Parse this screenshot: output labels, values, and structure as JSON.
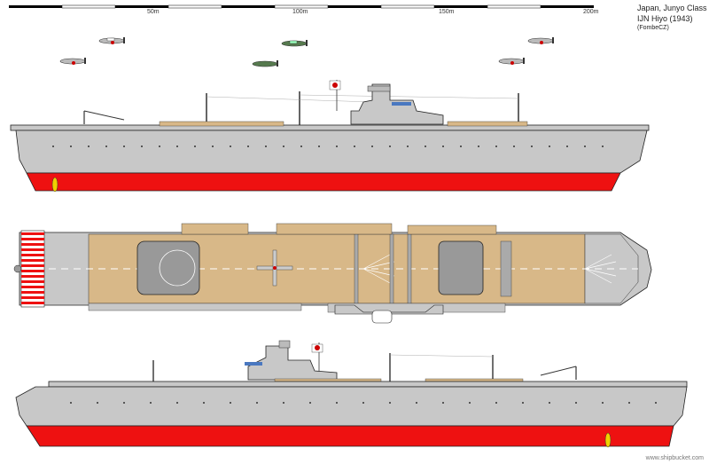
{
  "scale": {
    "labels": [
      "50m",
      "100m",
      "150m",
      "200m"
    ]
  },
  "caption": {
    "line1": "Japan, Junyo Class",
    "line2": "IJN Hiyo (1943)",
    "line3": "(FombeCZ)"
  },
  "watermark": "www.shipbucket.com",
  "colors": {
    "hull": "#c8c8c8",
    "below_waterline": "#ee1111",
    "flight_deck": "#d8b888",
    "outline": "#222222",
    "flag_red": "#cc0000"
  },
  "views": [
    "side-view-top",
    "plan-view",
    "side-view-bottom"
  ]
}
